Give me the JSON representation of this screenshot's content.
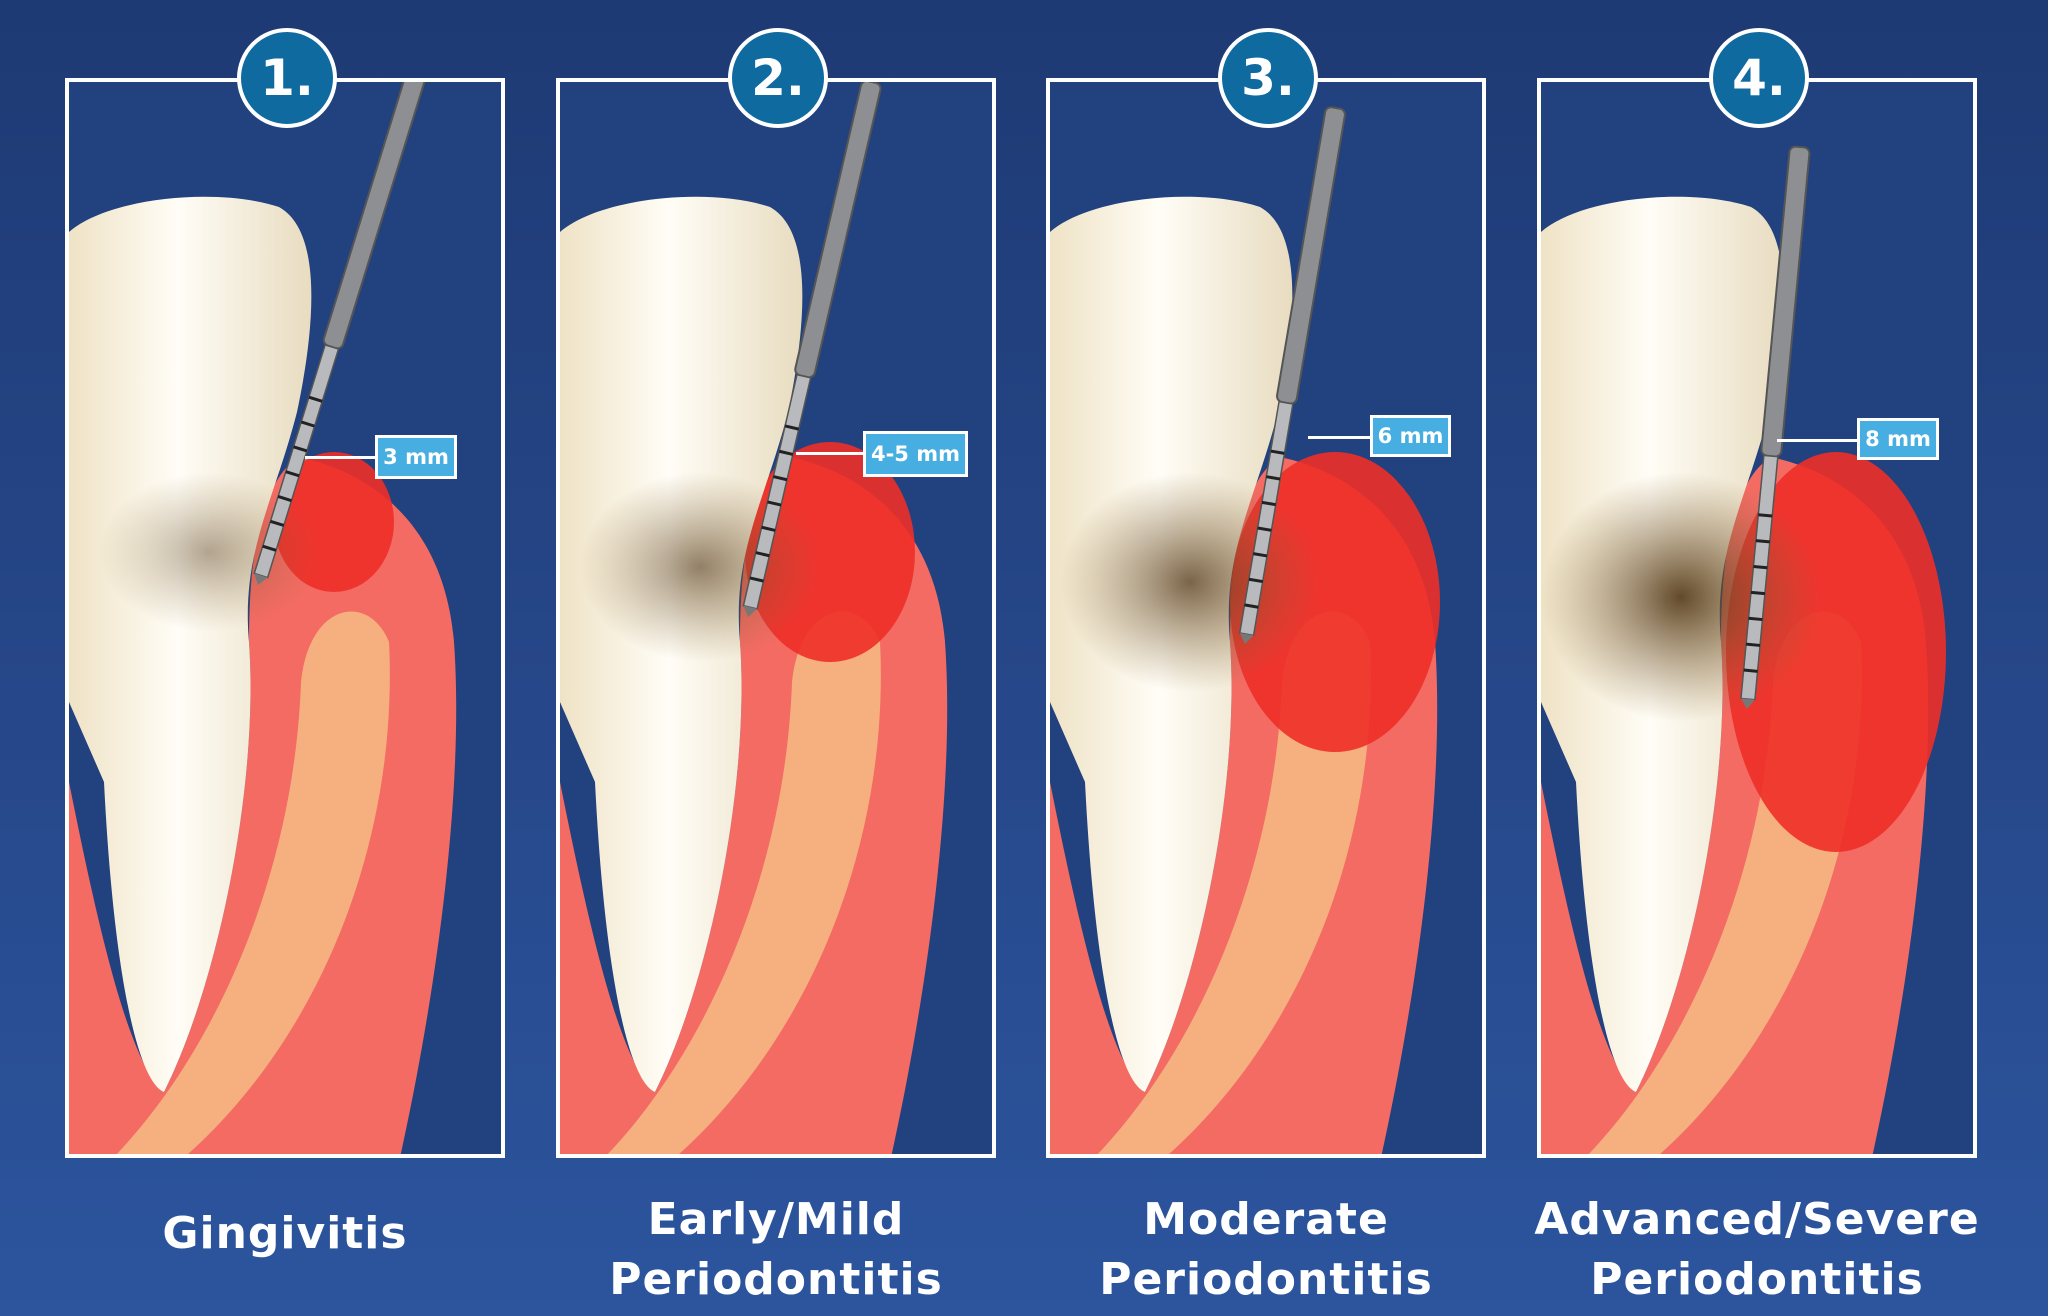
{
  "stages": [
    {
      "number": "1.",
      "name": "Gingivitis",
      "pocket_depth": "3 mm"
    },
    {
      "number": "2.",
      "name": "Early/Mild Periodontitis",
      "pocket_depth": "4-5 mm"
    },
    {
      "number": "3.",
      "name": "Moderate Periodontitis",
      "pocket_depth": "6 mm"
    },
    {
      "number": "4.",
      "name": "Advanced/Severe Periodontitis",
      "pocket_depth": "8 mm"
    }
  ],
  "colors": {
    "background": "#22417f",
    "badge": "#0f6aa0",
    "label": "#47aee2",
    "gum": "#f36b63",
    "inflamed_gum": "#ee2f28",
    "bone": "#f6b07f",
    "tooth": "#f3ead6"
  }
}
